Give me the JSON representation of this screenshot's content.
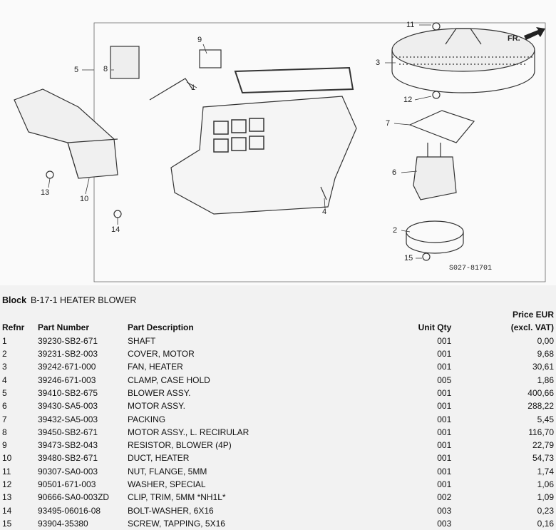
{
  "diagram": {
    "direction_label": "FR.",
    "code": "S027-81701",
    "callouts": [
      "1",
      "2",
      "3",
      "4",
      "5",
      "6",
      "7",
      "8",
      "9",
      "10",
      "11",
      "12",
      "13",
      "14",
      "15"
    ]
  },
  "block": {
    "label": "Block",
    "value": "B-17-1 HEATER BLOWER"
  },
  "table": {
    "headers": {
      "refnr": "Refnr",
      "part_number": "Part Number",
      "description": "Part Description",
      "qty": "Unit Qty",
      "price_line1": "Price EUR",
      "price_line2": "(excl. VAT)"
    },
    "rows": [
      {
        "ref": "1",
        "pn": "39230-SB2-671",
        "desc": "SHAFT",
        "qty": "001",
        "price": "0,00"
      },
      {
        "ref": "2",
        "pn": "39231-SB2-003",
        "desc": "COVER, MOTOR",
        "qty": "001",
        "price": "9,68"
      },
      {
        "ref": "3",
        "pn": "39242-671-000",
        "desc": "FAN, HEATER",
        "qty": "001",
        "price": "30,61"
      },
      {
        "ref": "4",
        "pn": "39246-671-003",
        "desc": "CLAMP, CASE HOLD",
        "qty": "005",
        "price": "1,86"
      },
      {
        "ref": "5",
        "pn": "39410-SB2-675",
        "desc": "BLOWER ASSY.",
        "qty": "001",
        "price": "400,66"
      },
      {
        "ref": "6",
        "pn": "39430-SA5-003",
        "desc": "MOTOR ASSY.",
        "qty": "001",
        "price": "288,22"
      },
      {
        "ref": "7",
        "pn": "39432-SA5-003",
        "desc": "PACKING",
        "qty": "001",
        "price": "5,45"
      },
      {
        "ref": "8",
        "pn": "39450-SB2-671",
        "desc": "MOTOR ASSY., L. RECIRULAR",
        "qty": "001",
        "price": "116,70"
      },
      {
        "ref": "9",
        "pn": "39473-SB2-043",
        "desc": "RESISTOR, BLOWER (4P)",
        "qty": "001",
        "price": "22,79"
      },
      {
        "ref": "10",
        "pn": "39480-SB2-671",
        "desc": "DUCT, HEATER",
        "qty": "001",
        "price": "54,73"
      },
      {
        "ref": "11",
        "pn": "90307-SA0-003",
        "desc": "NUT, FLANGE, 5MM",
        "qty": "001",
        "price": "1,74"
      },
      {
        "ref": "12",
        "pn": "90501-671-003",
        "desc": "WASHER, SPECIAL",
        "qty": "001",
        "price": "1,06"
      },
      {
        "ref": "13",
        "pn": "90666-SA0-003ZD",
        "desc": "CLIP, TRIM, 5MM *NH1L*",
        "qty": "002",
        "price": "1,09"
      },
      {
        "ref": "14",
        "pn": "93495-06016-08",
        "desc": "BOLT-WASHER, 6X16",
        "qty": "003",
        "price": "0,23"
      },
      {
        "ref": "15",
        "pn": "93904-35380",
        "desc": "SCREW, TAPPING, 5X16",
        "qty": "003",
        "price": "0,16"
      }
    ]
  }
}
